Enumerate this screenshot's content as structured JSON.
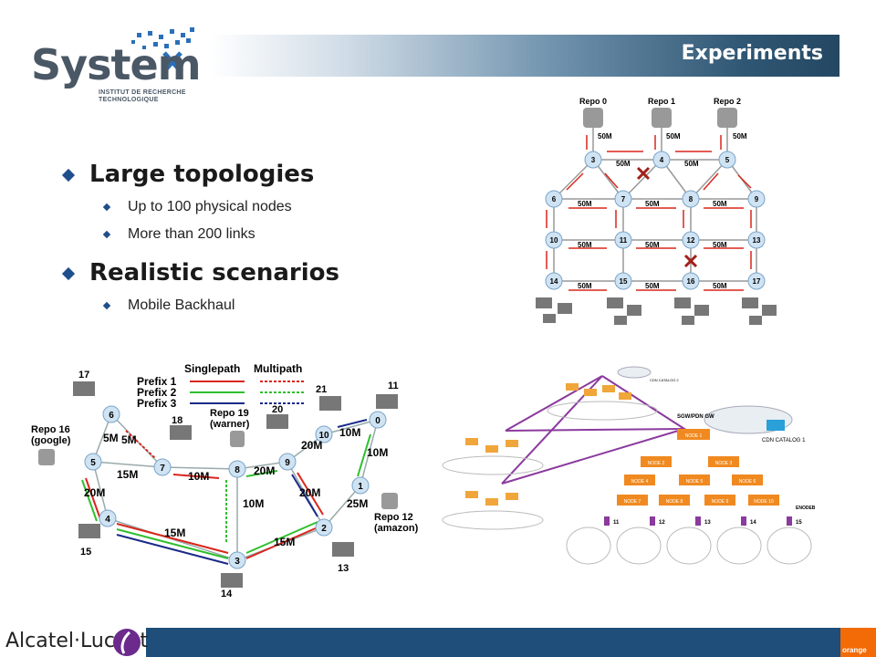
{
  "header": {
    "title": "Experiments"
  },
  "logo": {
    "word": "System",
    "line1": "INSTITUT DE RECHERCHE",
    "line2": "TECHNOLOGIQUE"
  },
  "bullets": [
    {
      "text": "Large topologies",
      "sub": [
        "Up to 100 physical nodes",
        "More than 200 links"
      ]
    },
    {
      "text": "Realistic scenarios",
      "sub": [
        "Mobile Backhaul"
      ]
    }
  ],
  "grid_diagram": {
    "repos": [
      "Repo 0",
      "Repo 1",
      "Repo 2"
    ],
    "nodes": [
      "3",
      "4",
      "5",
      "6",
      "7",
      "8",
      "9",
      "10",
      "11",
      "12",
      "13",
      "14",
      "15",
      "16",
      "17"
    ],
    "link_label": "50M"
  },
  "isp_diagram": {
    "legend_title_single": "Singlepath",
    "legend_title_multi": "Multipath",
    "legend_prefixes": [
      "Prefix 1",
      "Prefix 2",
      "Prefix 3"
    ],
    "repos": [
      "Repo 16\n(google)",
      "Repo 19\n(warner)",
      "Repo 12\n(amazon)"
    ],
    "repo16_l1": "Repo 16",
    "repo16_l2": "(google)",
    "repo19_l1": "Repo 19",
    "repo19_l2": "(warner)",
    "repo12_l1": "Repo 12",
    "repo12_l2": "(amazon)",
    "nodes": [
      "0",
      "1",
      "2",
      "3",
      "4",
      "5",
      "6",
      "7",
      "8",
      "9",
      "10"
    ],
    "clients": [
      "11",
      "13",
      "14",
      "15",
      "17",
      "18",
      "20",
      "21"
    ],
    "links": [
      "5M",
      "5M",
      "15M",
      "10M",
      "20M",
      "20M",
      "10M",
      "10M",
      "20M",
      "25M",
      "20M",
      "15M",
      "15M",
      "10M"
    ]
  },
  "mobile_diagram": {
    "gateway": "SGW/PDN GW",
    "catalog_main": "CDN CATALOG 1",
    "catalog_small": "CDN CATALOG 2",
    "enodeb": "ENODEB",
    "nodes": [
      "NODE 1",
      "NODE 2",
      "NODE 3",
      "NODE 4",
      "NODE 5",
      "NODE 6",
      "NODE 7",
      "NODE 8",
      "NODE 9",
      "NODE 10"
    ],
    "cells": [
      "11",
      "12",
      "13",
      "14",
      "15"
    ]
  },
  "footer": {
    "brand": "Alcatel·Lucent",
    "partner": "orange"
  },
  "colors": {
    "accent": "#1e4e79",
    "orange": "#f26b07",
    "purple": "#8b3a9e"
  }
}
